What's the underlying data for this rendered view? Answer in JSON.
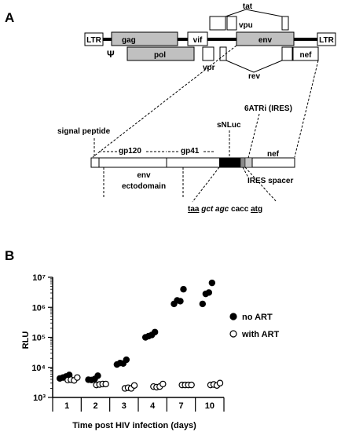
{
  "panel_a": {
    "letter": "A",
    "genes": {
      "ltr_left": "LTR",
      "ltr_right": "LTR",
      "psi": "Ψ",
      "gag": "gag",
      "pol": "pol",
      "vif": "vif",
      "vpr": "vpr",
      "tat": "tat",
      "vpu": "vpu",
      "env": "env",
      "rev": "rev",
      "nef": "nef"
    },
    "construct": {
      "signal_peptide": "signal peptide",
      "gp120": "gp120",
      "gp41": "gp41",
      "env_ecto_line1": "env",
      "env_ecto_line2": "ectodomain",
      "snluc": "sNLuc",
      "ires": "6ATRi (IRES)",
      "ires_spacer": "IRES spacer",
      "nef": "nef",
      "seq": {
        "taa": "taa",
        "gct": "gct",
        "agc": "agc",
        "cacc": "cacc",
        "atg": "atg"
      }
    }
  },
  "panel_b": {
    "letter": "B",
    "legend": {
      "no_art": "no ART",
      "with_art": "with ART"
    }
  },
  "chart_data": {
    "type": "scatter",
    "xlabel": "Time post HIV infection (days)",
    "ylabel": "RLU",
    "yscale": "log",
    "ylim": [
      1000,
      10000000
    ],
    "yticks": [
      "10³",
      "10⁴",
      "10⁵",
      "10⁶",
      "10⁷"
    ],
    "categories": [
      "1",
      "2",
      "3",
      "4",
      "7",
      "10"
    ],
    "series": [
      {
        "name": "no ART",
        "marker": "filled-circle",
        "values": [
          [
            4300,
            4600,
            5000,
            5600
          ],
          [
            3900,
            3800,
            4100,
            5300
          ],
          [
            12500,
            14000,
            13500,
            18000
          ],
          [
            100000,
            110000,
            120000,
            150000
          ],
          [
            1300000,
            1700000,
            1600000,
            4000000
          ],
          [
            1300000,
            2800000,
            3100000,
            6500000
          ]
        ]
      },
      {
        "name": "with ART",
        "marker": "open-circle",
        "values": [
          [
            3800,
            3900,
            3700,
            4600
          ],
          [
            2600,
            2700,
            2800,
            2800
          ],
          [
            2000,
            2100,
            2000,
            2500
          ],
          [
            2300,
            2200,
            2300,
            2800
          ],
          [
            2600,
            2600,
            2600,
            2600
          ],
          [
            2600,
            2700,
            2500,
            3000
          ]
        ]
      }
    ]
  }
}
